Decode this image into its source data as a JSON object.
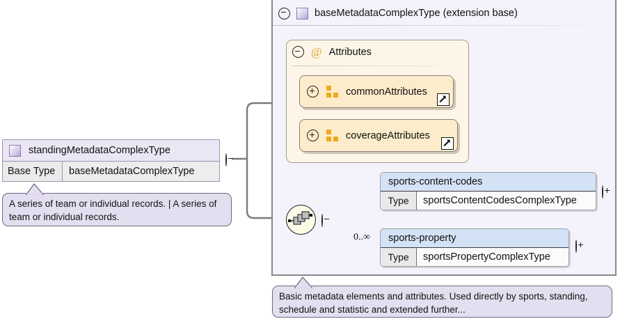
{
  "diagram": {
    "kind": "xsd-schema-diagram",
    "background_color": "#ffffff"
  },
  "left_type": {
    "name": "standingMetadataComplexType",
    "icon": "complextype-square-icon",
    "base_type_label": "Base Type",
    "base_type_value": "baseMetadataComplexType",
    "toggle": "collapse-minus-icon",
    "documentation": "A series of team or individual records. | A series of team or individual records."
  },
  "panel": {
    "title": "baseMetadataComplexType (extension base)",
    "icon": "complextype-square-icon",
    "toggle": "collapse-minus-icon",
    "documentation": "Basic metadata elements and attributes. Used directly by sports, standing, schedule and statistic and extended further..."
  },
  "attributes_group": {
    "title": "Attributes",
    "icon": "at-sign-icon",
    "toggle": "collapse-minus-icon",
    "items": [
      {
        "label": "commonAttributes",
        "icon": "attribute-group-icon",
        "toggle": "expand-plus-icon",
        "link": "external-link-arrow-icon"
      },
      {
        "label": "coverageAttributes",
        "icon": "attribute-group-icon",
        "toggle": "expand-plus-icon",
        "link": "external-link-arrow-icon"
      }
    ]
  },
  "sequence": {
    "icon": "sequence-compositor-icon",
    "toggle": "collapse-minus-icon",
    "elements": [
      {
        "name": "sports-content-codes",
        "type_label": "Type",
        "type_value": "sportsContentCodesComplexType",
        "occurs": "",
        "toggle": "expand-plus-icon"
      },
      {
        "name": "sports-property",
        "type_label": "Type",
        "type_value": "sportsPropertyComplexType",
        "occurs": "0..∞",
        "toggle": "expand-plus-icon"
      }
    ]
  },
  "colors": {
    "panel_background": "#f4f2fa",
    "attribute_group_background": "#fdf6e8",
    "attribute_box_background": "#fdeccb",
    "attribute_icon_orange": "#f0a81e",
    "element_header_blue": "#d4e2f5",
    "type_square_purple": "#b7a6d8",
    "callout_background": "#e4dff0",
    "connector_gray": "#7a7a7a"
  }
}
